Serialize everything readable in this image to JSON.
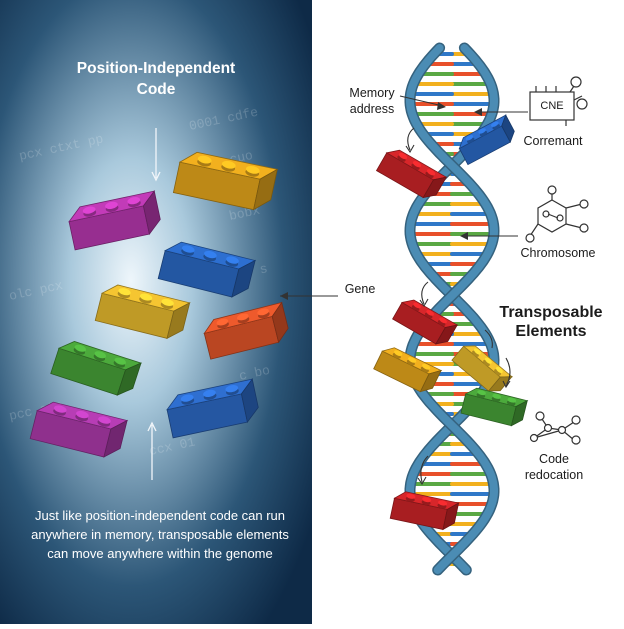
{
  "left_panel": {
    "title_lines": [
      "Position-Independent",
      "Code"
    ],
    "caption_lines": [
      "Just like position-independent code can run",
      "anywhere in memory, transposable elements",
      "can move anywhere within the genome"
    ],
    "background_colors": [
      "#0e2a47",
      "#a9c9dc"
    ],
    "brick_colors": [
      "#c23bb8",
      "#f2b01e",
      "#2d6fd0",
      "#f5c531",
      "#ee5a2c",
      "#4caa3c",
      "#b73db5",
      "#2f6fd0"
    ]
  },
  "right_panel": {
    "labels": {
      "memory_address": [
        "Memory",
        "address"
      ],
      "corremant": "Corremant",
      "chromosome": "Chromosome",
      "gene": "Gene",
      "transposable": [
        "Transposable",
        "Elements"
      ],
      "code_relocation": [
        "Code",
        "redocation"
      ]
    },
    "chip_text": "CNE",
    "helix_color": "#4b8cb4",
    "rung_colors": [
      "#f2b01e",
      "#2f78c8",
      "#e8502a",
      "#5aa844"
    ]
  }
}
